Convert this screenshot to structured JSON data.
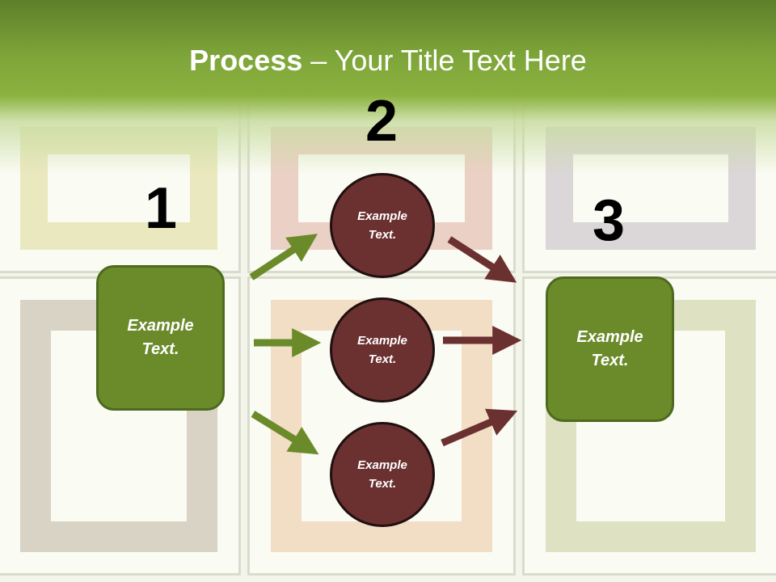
{
  "title": {
    "bold": "Process",
    "rest": " – Your Title Text Here"
  },
  "steps": {
    "one": "1",
    "two": "2",
    "three": "3"
  },
  "boxes": {
    "left": {
      "line1": "Example",
      "line2": "Text."
    },
    "right": {
      "line1": "Example",
      "line2": "Text."
    }
  },
  "circles": [
    {
      "line1": "Example",
      "line2": "Text."
    },
    {
      "line1": "Example",
      "line2": "Text."
    },
    {
      "line1": "Example",
      "line2": "Text."
    }
  ],
  "colors": {
    "header_green": "#7ea539",
    "box_green": "#6b8b2b",
    "circle_maroon": "#6b3030",
    "arrow_green": "#6b8b2b",
    "arrow_maroon": "#6b3030"
  }
}
